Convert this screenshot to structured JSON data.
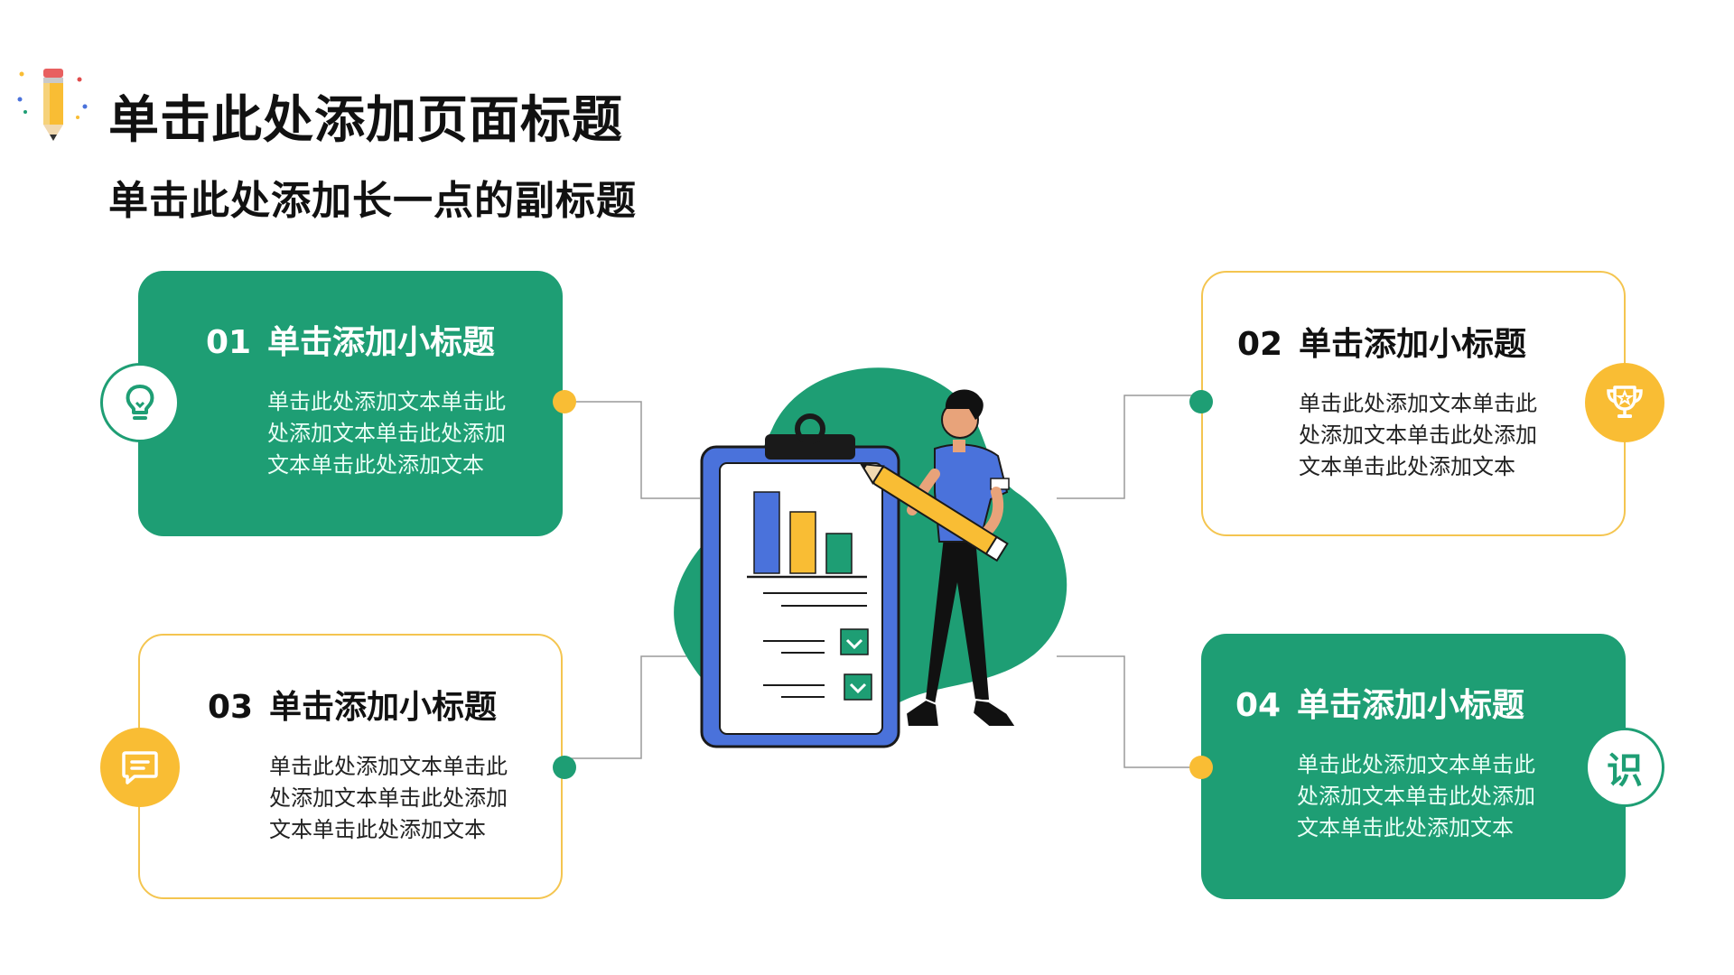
{
  "header": {
    "title": "单击此处添加页面标题",
    "subtitle": "单击此处添加长一点的副标题"
  },
  "colors": {
    "green": "#1e9e74",
    "yellow": "#f9bd34",
    "blue": "#4a72db"
  },
  "cards": [
    {
      "num": "01",
      "title": "单击添加小标题",
      "text": "单击此处添加文本单击此处添加文本单击此处添加文本单击此处添加文本",
      "icon": "lightbulb-icon"
    },
    {
      "num": "02",
      "title": "单击添加小标题",
      "text": "单击此处添加文本单击此处添加文本单击此处添加文本单击此处添加文本",
      "icon": "trophy-icon"
    },
    {
      "num": "03",
      "title": "单击添加小标题",
      "text": "单击此处添加文本单击此处添加文本单击此处添加文本单击此处添加文本",
      "icon": "chat-icon"
    },
    {
      "num": "04",
      "title": "单击添加小标题",
      "text": "单击此处添加文本单击此处添加文本单击此处添加文本单击此处添加文本",
      "icon": "knowledge-icon"
    }
  ],
  "knowledge_icon_glyph": "识"
}
